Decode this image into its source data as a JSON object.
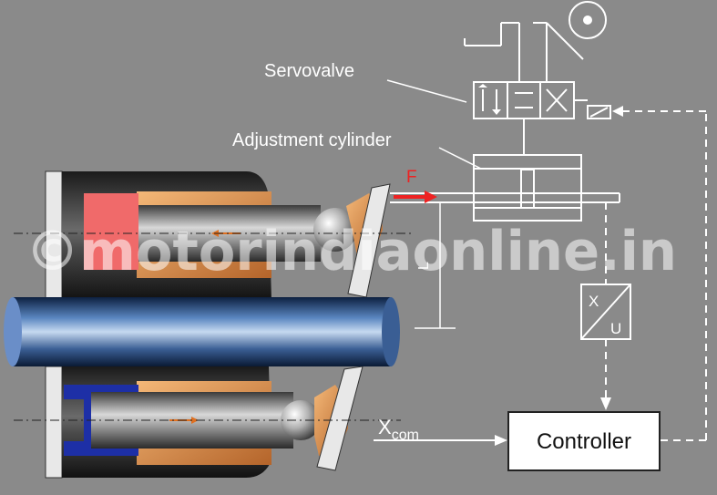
{
  "labels": {
    "servovalve": "Servovalve",
    "adjustment_cylinder": "Adjustment cylinder",
    "force": "F",
    "stroke": "L",
    "transducer_x": "X",
    "transducer_u": "U",
    "xcom_main": "X",
    "xcom_sub": "com",
    "controller": "Controller"
  },
  "watermark": "©motorindiaonline.in",
  "colors": {
    "background": "#8a8a8a",
    "piston_red": "#f06a6a",
    "piston_blue": "#1d2fa6",
    "bushing_orange": "#e8a060",
    "shaft_blue": "#2a4a7a",
    "force_arrow": "#ee2222",
    "lines": "#ffffff"
  }
}
